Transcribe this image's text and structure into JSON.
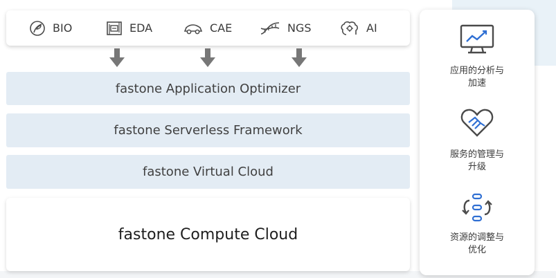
{
  "domains": [
    {
      "label": "BIO",
      "icon": "leaf-icon"
    },
    {
      "label": "EDA",
      "icon": "chip-icon"
    },
    {
      "label": "CAE",
      "icon": "car-icon"
    },
    {
      "label": "NGS",
      "icon": "dna-icon"
    },
    {
      "label": "AI",
      "icon": "brain-icon"
    }
  ],
  "layers": {
    "optimizer": "fastone Application Optimizer",
    "serverless": "fastone Serverless Framework",
    "virtual_cloud": "fastone Virtual Cloud",
    "compute_cloud": "fastone Compute Cloud"
  },
  "features": [
    {
      "line1": "应用的分析与",
      "line2": "加速",
      "icon": "monitor-chart-icon"
    },
    {
      "line1": "服务的管理与",
      "line2": "升级",
      "icon": "handshake-heart-icon"
    },
    {
      "line1": "资源的调整与",
      "line2": "优化",
      "icon": "cycle-list-icon"
    }
  ],
  "colors": {
    "layer_fill": "#e3ecf4",
    "icon_stroke": "#4a4a4a",
    "accent_blue": "#2f6fd3",
    "arrow_gray": "#777777"
  }
}
